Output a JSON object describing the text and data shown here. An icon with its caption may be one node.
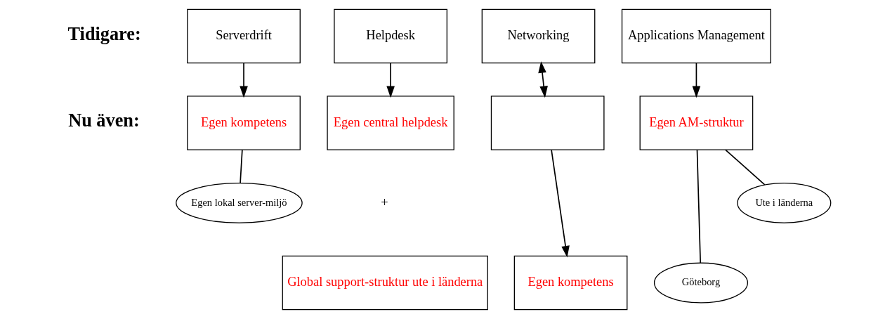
{
  "diagram": {
    "nodes": [
      {
        "text": [
          "Serverdrift"
        ]
      },
      {
        "text": [
          "Helpdesk"
        ]
      },
      {
        "text": [
          "Networking"
        ]
      },
      {
        "text": [
          "Applications Management"
        ]
      },
      {
        "text": [
          "Egen kompetens"
        ]
      },
      {
        "text": [
          "Egen central helpdesk"
        ]
      },
      {
        "text": [],
        "shape": "box"
      },
      {
        "text": [
          "Egen AM-struktur"
        ]
      },
      {
        "text": [
          "Egen lokal server-miljö"
        ]
      },
      {
        "text": [
          "Global support-struktur ute i länderna"
        ]
      },
      {
        "text": [
          "Egen kompetens"
        ]
      },
      {
        "text": [
          "Ute i länderna"
        ]
      },
      {
        "text": [
          "Göteborg"
        ]
      }
    ],
    "edges": [
      {
        "from": 0,
        "to": 4,
        "arrow": "to"
      },
      {
        "from": 1,
        "to": 5,
        "arrow": "to"
      },
      {
        "from": 2,
        "to": 6,
        "arrow": "both"
      },
      {
        "from": 3,
        "to": 7,
        "arrow": "to"
      },
      {
        "from": 4,
        "to": 8,
        "arrow": "none"
      },
      {
        "from": 6,
        "to": 10,
        "arrow": "to"
      },
      {
        "from": 7,
        "to": 11,
        "arrow": "none"
      },
      {
        "from": 7,
        "to": 12,
        "arrow": "none"
      }
    ],
    "labels": [
      "Tidigare:",
      "Nu även:",
      "+"
    ]
  }
}
